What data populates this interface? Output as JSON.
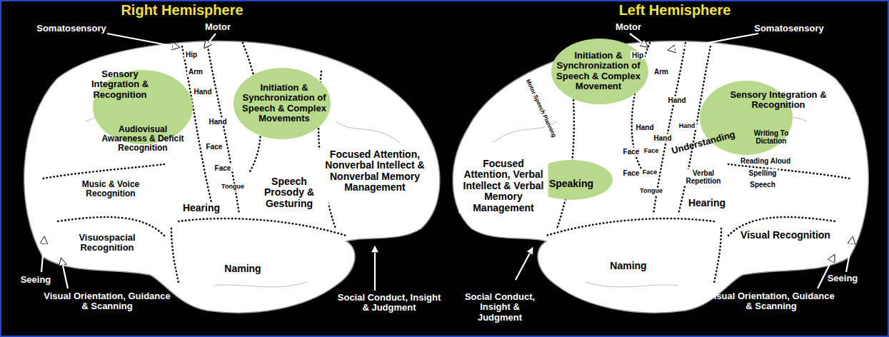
{
  "diagram": {
    "labels": [
      "Right Hemisphere",
      "Somatosensory",
      "Motor",
      "Sensory Integration & Recognition",
      "Hip",
      "Arm",
      "Hand",
      "Initiation & Synchronization of Speech & Complex Movements",
      "Hand",
      "Audiovisual Awareness & Deficit Recognition",
      "Face",
      "Focused Attention, Nonverbal Intellect & Nonverbal Memory Management",
      "Face",
      "Tongue",
      "Music & Voice Recognition",
      "Speech Prosody & Gesturing",
      "Hearing",
      "Visuospacial Recognition",
      "Seeing",
      "Naming",
      "Visual Orientation, Guidance & Scanning",
      "Social Conduct, Insight & Judgment",
      "Left Hemisphere",
      "Motor",
      "Somatosensory",
      "Hip",
      "Initiation & Synchronization of Speech & Complex Movement",
      "Arm",
      "Hand",
      "Sensory Integration & Recognition",
      "Motor Speech Planning",
      "Hand",
      "Hand",
      "Hand",
      "Understanding",
      "Writing To Dictation",
      "Face",
      "Face",
      "Reading Aloud",
      "Face",
      "Face",
      "Speaking",
      "Tongue",
      "Verbal Repetition",
      "Spelling",
      "Speech",
      "Hearing",
      "Focused Attention, Verbal Intellect & Verbal Memory Management",
      "Visual Recognition",
      "Naming",
      "Seeing",
      "Social Conduct, Insight & Judgment",
      "Visual Orientation, Guidance & Scanning"
    ]
  }
}
